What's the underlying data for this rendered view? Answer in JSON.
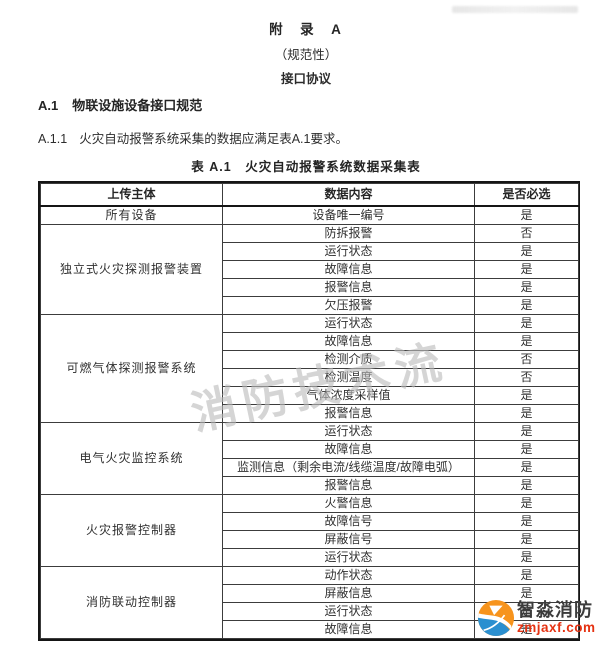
{
  "header": {
    "line1": "附　录　A",
    "line2": "（规范性）",
    "line3": "接口协议"
  },
  "sections": {
    "a1_number": "A.1",
    "a1_title": "物联设施设备接口规范",
    "a11_number": "A.1.1",
    "a11_text": "火灾自动报警系统采集的数据应满足表A.1要求。"
  },
  "table": {
    "caption": "表 A.1　火灾自动报警系统数据采集表",
    "columns": [
      "上传主体",
      "数据内容",
      "是否必选"
    ],
    "groups": [
      {
        "subject": "所有设备",
        "rows": [
          {
            "content": "设备唯一编号",
            "required": "是"
          }
        ]
      },
      {
        "subject": "独立式火灾探测报警装置",
        "rows": [
          {
            "content": "防拆报警",
            "required": "否"
          },
          {
            "content": "运行状态",
            "required": "是"
          },
          {
            "content": "故障信息",
            "required": "是"
          },
          {
            "content": "报警信息",
            "required": "是"
          },
          {
            "content": "欠压报警",
            "required": "是"
          }
        ]
      },
      {
        "subject": "可燃气体探测报警系统",
        "rows": [
          {
            "content": "运行状态",
            "required": "是"
          },
          {
            "content": "故障信息",
            "required": "是"
          },
          {
            "content": "检测介质",
            "required": "否"
          },
          {
            "content": "检测温度",
            "required": "否"
          },
          {
            "content": "气体浓度采样值",
            "required": "是"
          },
          {
            "content": "报警信息",
            "required": "是"
          }
        ]
      },
      {
        "subject": "电气火灾监控系统",
        "rows": [
          {
            "content": "运行状态",
            "required": "是"
          },
          {
            "content": "故障信息",
            "required": "是"
          },
          {
            "content": "监测信息（剩余电流/线缆温度/故障电弧）",
            "required": "是"
          },
          {
            "content": "报警信息",
            "required": "是"
          }
        ]
      },
      {
        "subject": "火灾报警控制器",
        "rows": [
          {
            "content": "火警信息",
            "required": "是"
          },
          {
            "content": "故障信号",
            "required": "是"
          },
          {
            "content": "屏蔽信号",
            "required": "是"
          },
          {
            "content": "运行状态",
            "required": "是"
          }
        ]
      },
      {
        "subject": "消防联动控制器",
        "rows": [
          {
            "content": "动作状态",
            "required": "是"
          },
          {
            "content": "屏蔽信息",
            "required": "是"
          },
          {
            "content": "运行状态",
            "required": "是"
          },
          {
            "content": "故障信息",
            "required": "是"
          }
        ]
      }
    ]
  },
  "watermark": {
    "text": "消防技术流",
    "color": "#bcbcbc"
  },
  "logo": {
    "name": "智淼消防",
    "url": "zmjaxf.com",
    "orange": "#f7941d",
    "blue": "#2a8fd0",
    "name_color": "#3c3c3c",
    "url_color": "#e53212"
  }
}
